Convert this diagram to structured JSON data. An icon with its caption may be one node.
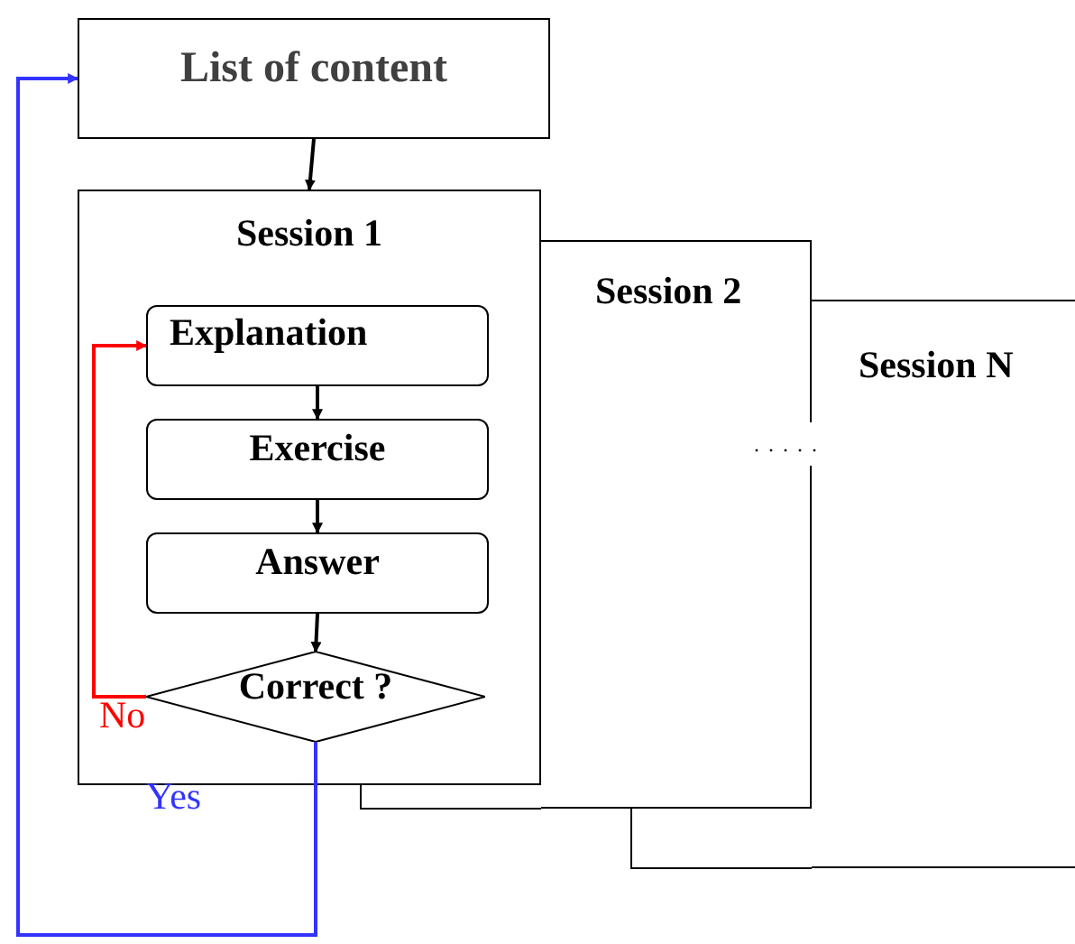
{
  "diagram": {
    "nodes": [
      {
        "text": [
          "List of content"
        ]
      },
      {
        "text": [
          "Session 1"
        ]
      },
      {
        "text": [
          "Explanation"
        ],
        "in": 1
      },
      {
        "text": [
          "Exercise"
        ],
        "in": 1
      },
      {
        "text": [
          "Answer"
        ],
        "in": 1
      },
      {
        "text": [
          "Correct ?"
        ],
        "in": 1
      },
      {
        "text": [
          "Session 2"
        ]
      },
      {
        "text": [
          "Session N"
        ]
      }
    ],
    "edges": [
      {
        "from": 0,
        "to": 1,
        "arrow": "to"
      },
      {
        "from": 2,
        "to": 3,
        "arrow": "to"
      },
      {
        "from": 3,
        "to": 4,
        "arrow": "to"
      },
      {
        "from": 4,
        "to": 5,
        "arrow": "to"
      },
      {
        "from": 5,
        "to": 2,
        "arrow": "to",
        "label": "No",
        "color": "#ff0000"
      },
      {
        "from": 5,
        "to": 0,
        "arrow": "to",
        "label": "Yes",
        "color": "#3333ff"
      }
    ],
    "labels": [
      ". . . . ."
    ]
  }
}
